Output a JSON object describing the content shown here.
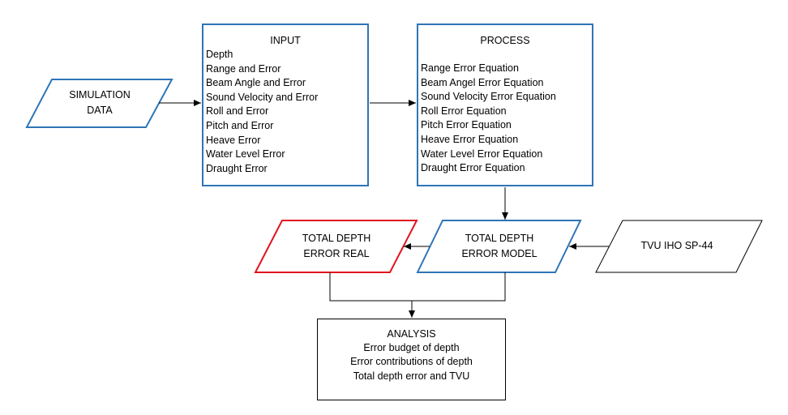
{
  "simulation": {
    "line1": "SIMULATION",
    "line2": "DATA"
  },
  "input": {
    "title": "INPUT",
    "items": [
      "Depth",
      "Range and Error",
      "Beam Angle and Error",
      "Sound Velocity and Error",
      "Roll and Error",
      "Pitch and Error",
      "Heave Error",
      "Water Level Error",
      "Draught Error"
    ]
  },
  "process": {
    "title": "PROCESS",
    "items": [
      "Range Error Equation",
      "Beam Angel Error Equation",
      "Sound Velocity Error Equation",
      "Roll Error Equation",
      "Pitch Error Equation",
      "Heave Error Equation",
      "Water Level Error Equation",
      "Draught Error Equation"
    ]
  },
  "total_real": {
    "line1": "TOTAL DEPTH",
    "line2": "ERROR REAL"
  },
  "total_model": {
    "line1": "TOTAL DEPTH",
    "line2": "ERROR MODEL"
  },
  "tvu": {
    "label": "TVU IHO SP-44"
  },
  "analysis": {
    "title": "ANALYSIS",
    "items": [
      "Error budget of depth",
      "Error contributions of depth",
      "Total depth error and TVU"
    ]
  },
  "colors": {
    "blue": "#2e75b6",
    "red": "#e0141e",
    "black": "#000000"
  }
}
